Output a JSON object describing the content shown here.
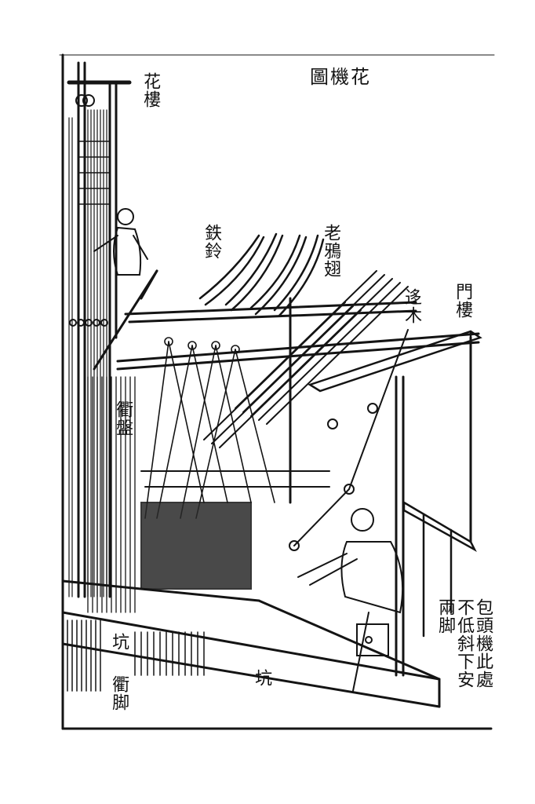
{
  "title": "圖機花",
  "labels": {
    "hualou": "花樓",
    "tieling": "鉄鈴",
    "laoyachi": "老鴉翅",
    "yinmu": "迻木",
    "menlou": "門樓",
    "qujia": "衢盤",
    "keng_left": "坑",
    "keng_center": "坑",
    "qujiao": "衢脚",
    "note_col1": "包頭機此處",
    "note_col2": "不低斜下安",
    "note_col3": "兩脚"
  }
}
